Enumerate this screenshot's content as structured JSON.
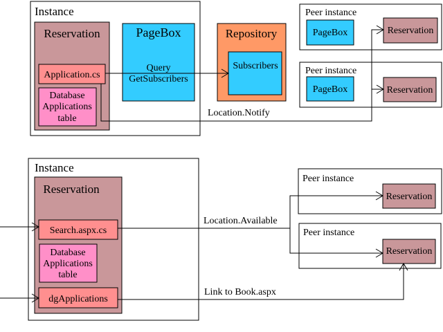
{
  "colors": {
    "reservation": "#c9979a",
    "pink": "#ff8fc8",
    "salmon": "#ff8f8f",
    "cyan": "#33ccff",
    "orange": "#ff9966",
    "blue_text": "#1a33ff"
  },
  "top": {
    "instance_title": "Instance",
    "reservation_title": "Reservation",
    "application_cs": "Application.cs",
    "database_line1": "Database",
    "database_line2": "Applications",
    "database_line3": "table",
    "pagebox_title": "PageBox",
    "query_line1": "Query",
    "query_line2": "GetSubscribers",
    "repository_title": "Repository",
    "subscribers": "Subscribers",
    "location_notify": "Location.Notify",
    "peer1_title": "Peer instance",
    "peer1_pagebox": "PageBox",
    "peer1_reservation": "Reservation",
    "peer2_title": "Peer instance",
    "peer2_pagebox": "PageBox",
    "peer2_reservation": "Reservation"
  },
  "bottom": {
    "instance_title": "Instance",
    "reservation_title": "Reservation",
    "search_aspx": "Search.aspx.cs",
    "database_line1": "Database",
    "database_line2": "Applications",
    "database_line3": "table",
    "dg_applications": "dgApplications",
    "location_available": "Location.Available",
    "link_to_book": "Link to Book.aspx",
    "peer1_title": "Peer instance",
    "peer1_reservation": "Reservation",
    "peer2_title": "Peer instance",
    "peer2_reservation": "Reservation"
  }
}
